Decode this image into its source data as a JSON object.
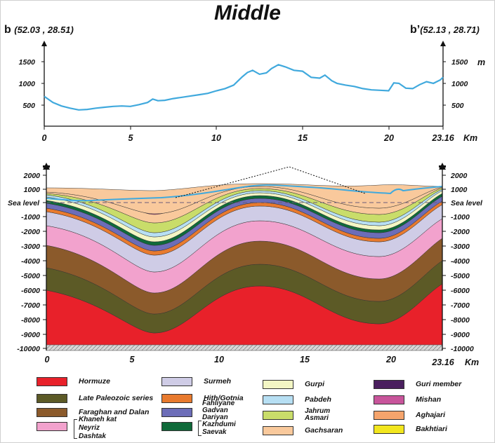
{
  "title": "Middle",
  "point_b": {
    "name": "b",
    "coords": "(52.03 , 28.51)"
  },
  "point_b_prime": {
    "name": "b’",
    "coords": "(52.13 , 28.71)"
  },
  "colors": {
    "hormuze": "#e8212a",
    "late_paleozoic": "#5c5a26",
    "faraghan_dalan": "#8b5a2b",
    "khaneh_kat": "#f2a2cd",
    "surmeh": "#cfcce6",
    "hith_gotnia": "#e87a2e",
    "fahliyan_group": "#6c6db8",
    "kazhdumi_group": "#0f6a3a",
    "gurpi": "#f3f6c4",
    "pabdeh": "#b7dff3",
    "jahrum_asmari": "#c9dd6a",
    "gachsaran": "#f9c99c",
    "guri": "#4a1f5e",
    "mishan": "#c8559b",
    "aghajari": "#f5a46c",
    "bakhtiari": "#f2e61e",
    "topography_line": "#40a9dd"
  },
  "chart_data": {
    "type": "line",
    "topography": {
      "x_km": [
        0,
        0.5,
        1,
        1.5,
        2,
        2.5,
        3,
        3.5,
        4,
        4.5,
        5,
        5.5,
        6,
        6.3,
        6.6,
        7,
        7.5,
        8,
        8.5,
        9,
        9.5,
        10,
        10.5,
        11,
        11.5,
        11.8,
        12.1,
        12.5,
        12.9,
        13.2,
        13.6,
        14,
        14.5,
        15,
        15.5,
        16,
        16.3,
        16.7,
        17,
        17.5,
        18,
        18.5,
        19,
        19.5,
        20,
        20.3,
        20.6,
        21,
        21.4,
        21.8,
        22.2,
        22.6,
        23,
        23.16
      ],
      "elevation_m": [
        700,
        560,
        480,
        430,
        390,
        400,
        430,
        450,
        470,
        480,
        470,
        510,
        560,
        640,
        600,
        610,
        650,
        680,
        710,
        740,
        770,
        830,
        880,
        960,
        1150,
        1250,
        1300,
        1210,
        1240,
        1340,
        1430,
        1380,
        1300,
        1280,
        1140,
        1120,
        1190,
        1060,
        1000,
        960,
        930,
        880,
        850,
        840,
        830,
        1010,
        1000,
        890,
        880,
        970,
        1040,
        1000,
        1080,
        1140
      ],
      "xlim": [
        0,
        23.16
      ],
      "ylim": [
        0,
        1700
      ],
      "y_ticks": [
        "500",
        "1000",
        "1500"
      ],
      "x_ticks": [
        "0",
        "5",
        "10",
        "15",
        "20",
        "23.16"
      ],
      "y_unit": "m",
      "x_unit": "Km"
    },
    "cross_section": {
      "x_ticks": [
        "0",
        "5",
        "10",
        "15",
        "20",
        "23.16"
      ],
      "y_ticks": [
        "2000",
        "1000",
        "Sea level",
        "-1000",
        "-2000",
        "-3000",
        "-4000",
        "-5000",
        "-6000",
        "-7000",
        "-8000",
        "-9000",
        "-10000"
      ],
      "x_unit": "Km",
      "ylim": [
        -10000,
        2500
      ]
    }
  },
  "legend": {
    "hormuze": "Hormuze",
    "late_paleozoic": "Late Paleozoic series",
    "faraghan_dalan": "Faraghan and Dalan",
    "khaneh_kat": "Khaneh kat",
    "neyriz": "Neyriz",
    "dashtak": "Dashtak",
    "surmeh": "Surmeh",
    "hith_gotnia": "Hith/Gotnia",
    "fahliyan": "Fahliyane",
    "gadvan": "Gadvan",
    "dariyan": "Dariyan",
    "kazhdumi": "Kazhdumi",
    "saevak": "Saevak",
    "gurpi": "Gurpi",
    "pabdeh": "Pabdeh",
    "jahrum": "Jahrum",
    "asmari": "Asmari",
    "gachsaran": "Gachsaran",
    "guri": "Guri member",
    "mishan": "Mishan",
    "aghajari": "Aghajari",
    "bakhtiari": "Bakhtiari"
  }
}
